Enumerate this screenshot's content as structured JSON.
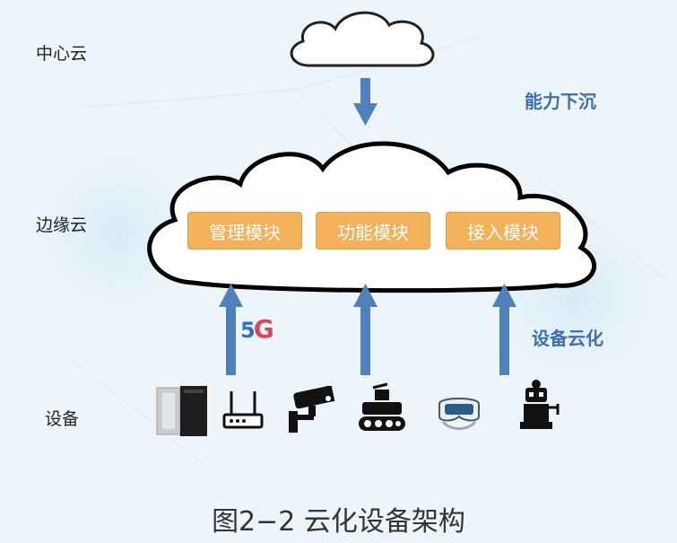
{
  "labels": {
    "central_cloud": "中心云",
    "edge_cloud": "边缘云",
    "devices": "设备"
  },
  "side_notes": {
    "capability_down": "能力下沉",
    "device_cloudify": "设备云化"
  },
  "modules": [
    "管理模块",
    "功能模块",
    "接入模块"
  ],
  "network": {
    "five": "5",
    "g": "G"
  },
  "caption": "图2−2  云化设备架构",
  "icons": [
    "server-icon",
    "router-icon",
    "camera-icon",
    "tracked-robot-icon",
    "vr-headset-icon",
    "robot-icon"
  ],
  "colors": {
    "arrow": "#4f81bd",
    "module_fill": "#f3b25a",
    "side_text": "#3d6faa"
  }
}
